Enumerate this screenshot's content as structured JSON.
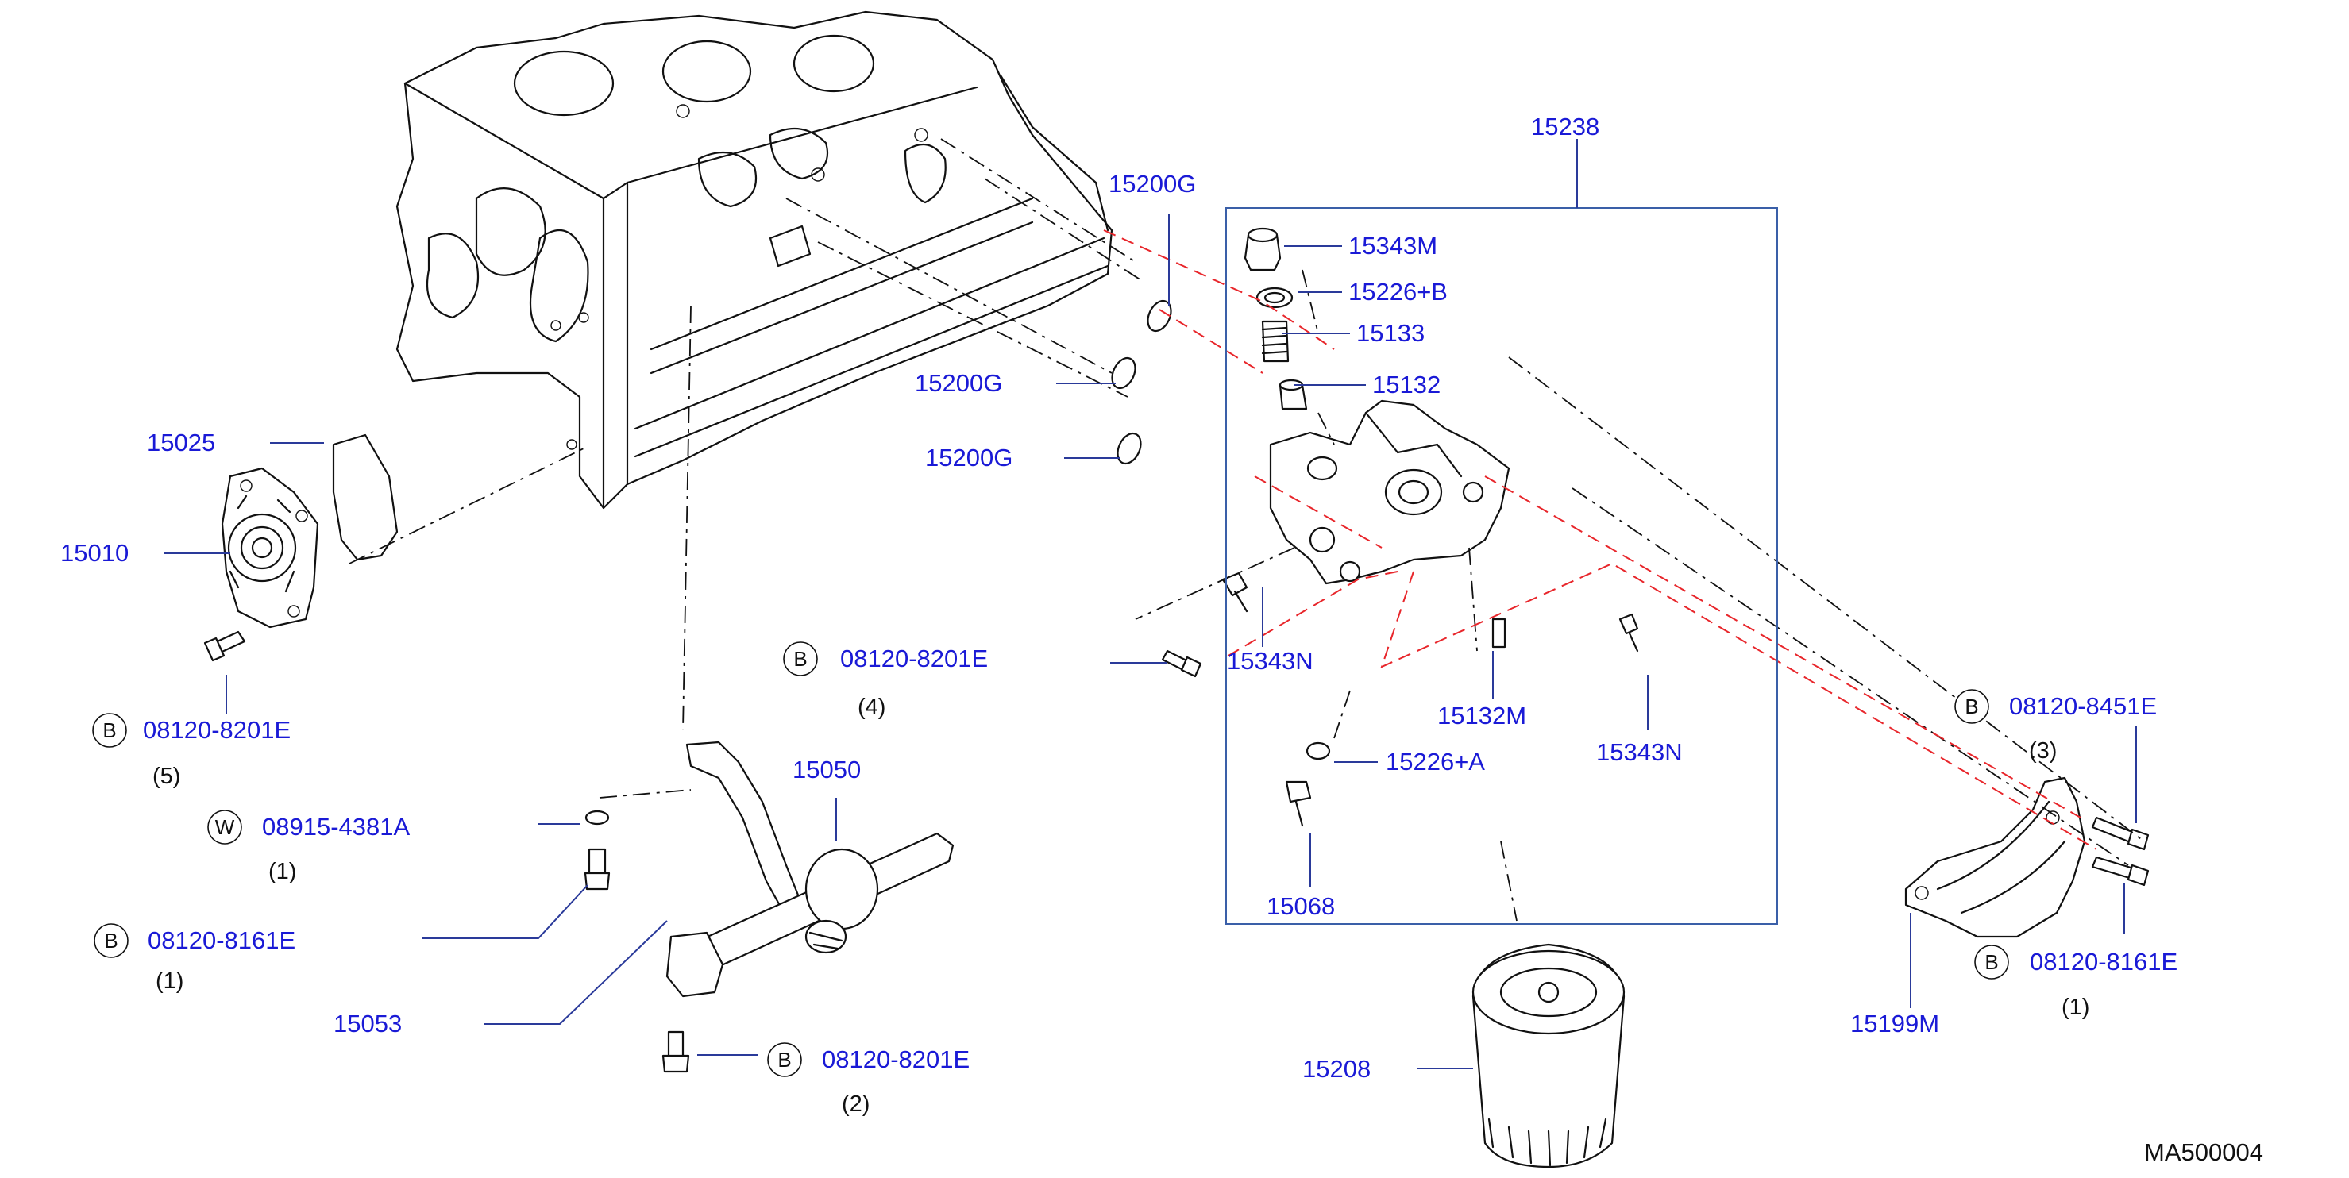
{
  "colors": {
    "label": "#1a1ad6",
    "leader": "#2a3a9a",
    "assembly_dash": "#e8262b",
    "box": "#3a5fa8"
  },
  "labels": {
    "p15238": "15238",
    "p15343M": "15343M",
    "p15226B": "15226+B",
    "p15133": "15133",
    "p15132": "15132",
    "p15200G_1": "15200G",
    "p15200G_2": "15200G",
    "p15200G_3": "15200G",
    "p15025": "15025",
    "p15010": "15010",
    "p15343N_1": "15343N",
    "p15132M": "15132M",
    "p15343N_2": "15343N",
    "p15226A": "15226+A",
    "p15068": "15068",
    "p15050": "15050",
    "p15053": "15053",
    "p15208": "15208",
    "p15199M": "15199M",
    "bolt_a": "08120-8201E",
    "bolt_b": "08120-8201E",
    "washer_w": "08915-4381A",
    "bolt_c": "08120-8161E",
    "bolt_d": "08120-8201E",
    "bolt_e": "08120-8451E",
    "bolt_f": "08120-8161E"
  },
  "badges": {
    "b1": "B",
    "b2": "B",
    "w1": "W",
    "b3": "B",
    "b4": "B",
    "b5": "B",
    "b6": "B"
  },
  "quantities": {
    "q_bolt_a": "(5)",
    "q_bolt_b": "(4)",
    "q_washer": "(1)",
    "q_bolt_c": "(1)",
    "q_bolt_d": "(2)",
    "q_bolt_e": "(3)",
    "q_bolt_f": "(1)"
  },
  "diagram_code": "MA500004"
}
